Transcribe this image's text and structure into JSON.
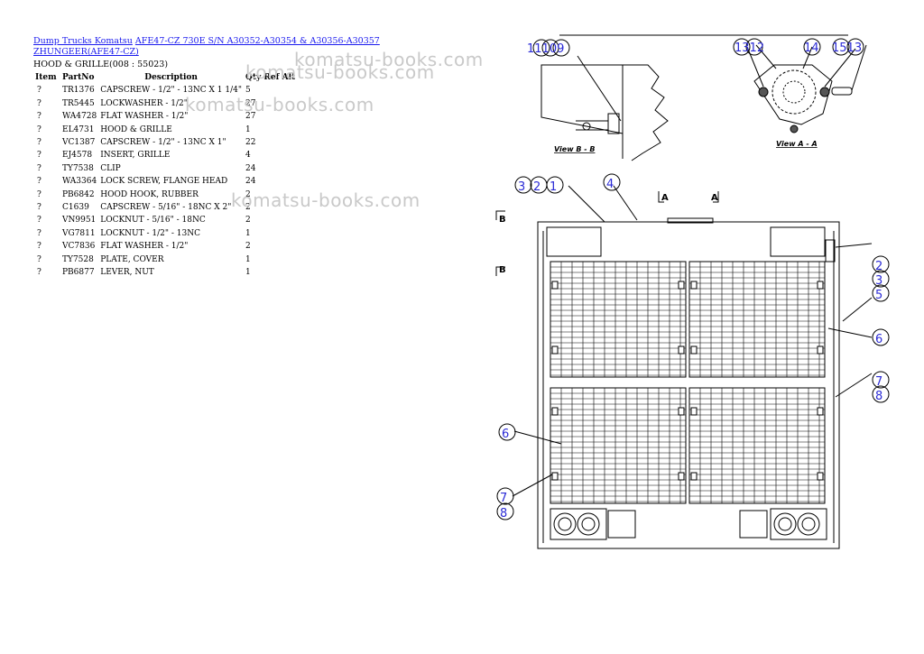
{
  "breadcrumb": {
    "link1": "Dump Trucks Komatsu",
    "link2": "AFE47-CZ 730E S/N A30352-A30354 & A30356-A30357 ZHUNGEER(AFE47-CZ)"
  },
  "section_title": "HOOD & GRILLE(008 : 55023)",
  "table": {
    "headers": {
      "item": "Item",
      "part": "PartNo",
      "desc": "Description",
      "qty": "Qty Ref Alt"
    },
    "rows": [
      {
        "item": "?",
        "part": "TR1376",
        "desc": "CAPSCREW - 1/2\" - 13NC X 1 1/4\"",
        "qty": "5"
      },
      {
        "item": "?",
        "part": "TR5445",
        "desc": "LOCKWASHER - 1/2\"",
        "qty": "27"
      },
      {
        "item": "?",
        "part": "WA4728",
        "desc": "FLAT WASHER - 1/2\"",
        "qty": "27"
      },
      {
        "item": "?",
        "part": "EL4731",
        "desc": "HOOD & GRILLE",
        "qty": "1"
      },
      {
        "item": "?",
        "part": "VC1387",
        "desc": "CAPSCREW - 1/2\" - 13NC X 1\"",
        "qty": "22"
      },
      {
        "item": "?",
        "part": "EJ4578",
        "desc": "INSERT, GRILLE",
        "qty": "4"
      },
      {
        "item": "?",
        "part": "TY7538",
        "desc": "CLIP",
        "qty": "24"
      },
      {
        "item": "?",
        "part": "WA3364",
        "desc": "LOCK SCREW, FLANGE HEAD",
        "qty": "24"
      },
      {
        "item": "?",
        "part": "PB6842",
        "desc": "HOOD HOOK, RUBBER",
        "qty": "2"
      },
      {
        "item": "?",
        "part": "C1639",
        "desc": "CAPSCREW - 5/16\" - 18NC X 2\"",
        "qty": "2"
      },
      {
        "item": "?",
        "part": "VN9951",
        "desc": "LOCKNUT - 5/16\" - 18NC",
        "qty": "2"
      },
      {
        "item": "?",
        "part": "VG7811",
        "desc": "LOCKNUT - 1/2\" - 13NC",
        "qty": "1"
      },
      {
        "item": "?",
        "part": "VC7836",
        "desc": "FLAT WASHER - 1/2\"",
        "qty": "2"
      },
      {
        "item": "?",
        "part": "TY7528",
        "desc": "PLATE, COVER",
        "qty": "1"
      },
      {
        "item": "?",
        "part": "PB6877",
        "desc": "LEVER, NUT",
        "qty": "1"
      }
    ]
  },
  "watermark_text": "komatsu-books.com",
  "drawing": {
    "view_b_label": "View B - B",
    "view_a_label": "View A - A",
    "section_a": "A",
    "section_b": "B",
    "callout_color": "#2b2bd6",
    "callouts": {
      "c11109": "11109",
      "c1312": "1312",
      "c14": "14",
      "c1513": "1513",
      "c3": "3",
      "c2": "2",
      "c1": "1",
      "c4": "4",
      "c2r": "2",
      "c3r": "3",
      "c5r": "5",
      "c6r": "6",
      "c7r": "7",
      "c8r": "8",
      "c6l": "6",
      "c7l": "7",
      "c8l": "8"
    }
  }
}
